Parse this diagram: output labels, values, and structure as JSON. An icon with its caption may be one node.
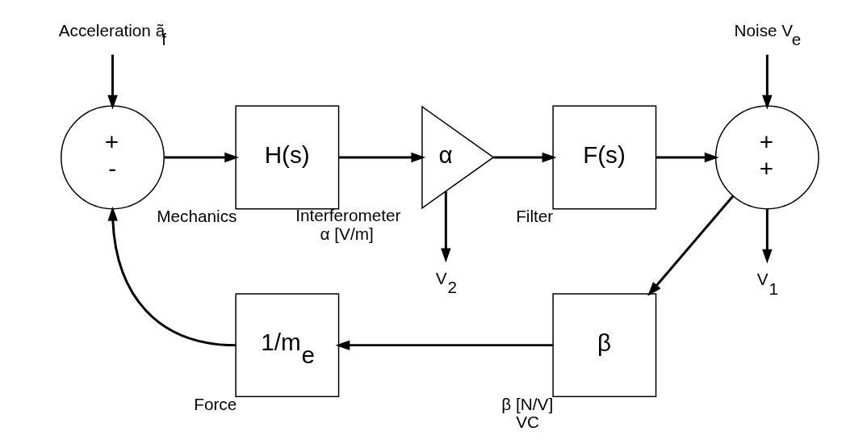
{
  "diagram": {
    "nodes": [
      {
        "text": [
          "Acceleration ã$_{f}$"
        ]
      },
      {
        "text": [
          "+",
          "-"
        ]
      },
      {
        "text": [
          "H(s)"
        ],
        "beside": [
          "Mechanics"
        ]
      },
      {
        "text": [
          "α"
        ],
        "beside": [
          "Interferometer",
          "α [V/m]"
        ]
      },
      {
        "text": [
          "V$_{2}$"
        ]
      },
      {
        "text": [
          "F(s)"
        ],
        "beside": [
          "Filter"
        ]
      },
      {
        "text": [
          "Noise V$_{e}$"
        ]
      },
      {
        "text": [
          "+",
          "+"
        ]
      },
      {
        "text": [
          "V$_{1}$"
        ]
      },
      {
        "text": [
          "β"
        ],
        "beside": [
          "β [N/V]",
          "VC"
        ]
      },
      {
        "text": [
          "1/m$_{e}$"
        ],
        "beside": [
          "Force"
        ]
      }
    ],
    "edges": [
      {
        "from": 0,
        "to": 1,
        "arrow": "to"
      },
      {
        "from": 1,
        "to": 2,
        "arrow": "to"
      },
      {
        "from": 2,
        "to": 3,
        "arrow": "to"
      },
      {
        "from": 3,
        "to": 4,
        "arrow": "to"
      },
      {
        "from": 3,
        "to": 5,
        "arrow": "to"
      },
      {
        "from": 5,
        "to": 7,
        "arrow": "to"
      },
      {
        "from": 6,
        "to": 7,
        "arrow": "to"
      },
      {
        "from": 7,
        "to": 8,
        "arrow": "to"
      },
      {
        "from": 7,
        "to": 9,
        "arrow": "to"
      },
      {
        "from": 9,
        "to": 10,
        "arrow": "to"
      },
      {
        "from": 10,
        "to": 1,
        "arrow": "to"
      }
    ]
  }
}
